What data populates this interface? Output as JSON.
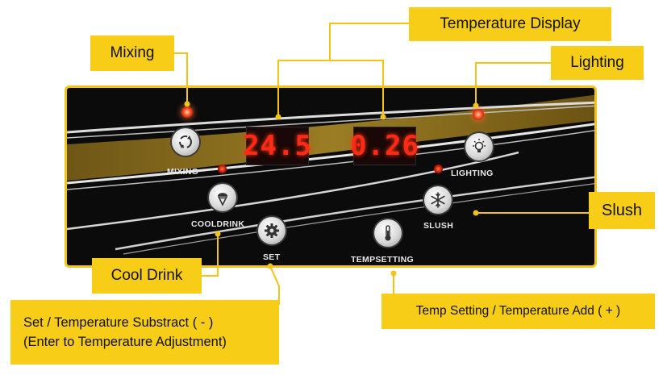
{
  "callouts": {
    "mixing": "Mixing",
    "temperature_display": "Temperature Display",
    "lighting": "Lighting",
    "slush": "Slush",
    "cool_drink": "Cool Drink",
    "set": "Set / Temperature Substract ( - )\n(Enter to Temperature Adjustment)",
    "temp_setting": "Temp Setting / Temperature Add ( + )"
  },
  "panel": {
    "display_left": "24.5",
    "display_right": "0.26",
    "mixing_label": "MIXING",
    "lighting_label": "LIGHTING",
    "cooldrink_label": "COOLDRINK",
    "slush_label": "SLUSH",
    "set_label": "SET",
    "tempsetting_label": "TEMPSETTING"
  },
  "colors": {
    "callout": "#f7cd17",
    "panel_border": "#f2c413",
    "panel_bg": "#0b0b0b",
    "led_red": "#ff2a16",
    "gold_band": "#8a6d1c"
  },
  "icons": {
    "mixing": "cycle-arrows-icon",
    "lighting": "light-bulb-icon",
    "cooldrink": "ice-cream-icon",
    "slush": "snowflake-icon",
    "set": "gear-icon",
    "tempsetting": "thermometer-icon"
  }
}
